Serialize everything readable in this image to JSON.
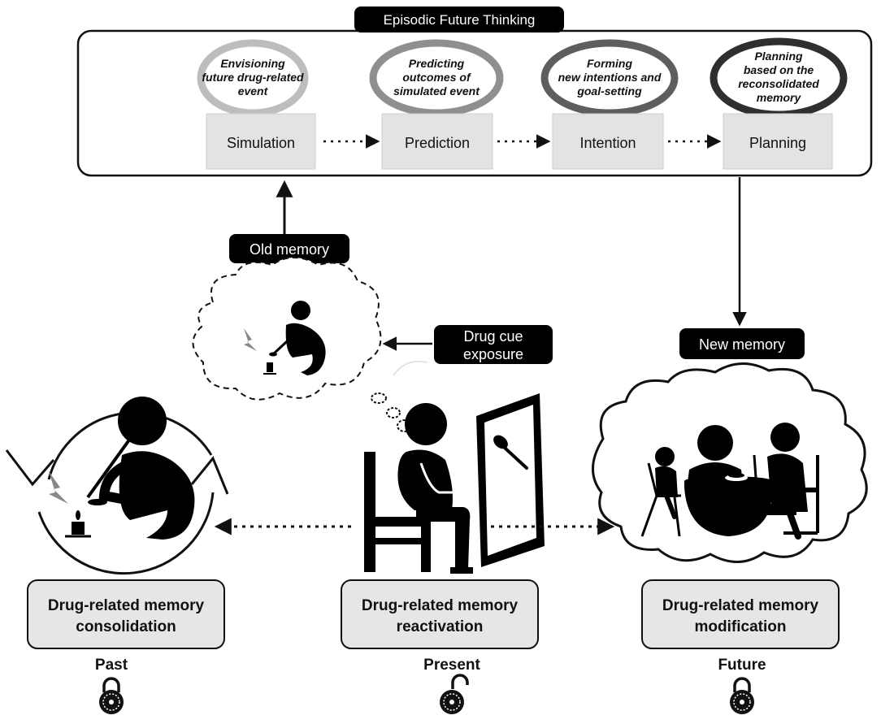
{
  "title": "Episodic Future Thinking",
  "steps": [
    {
      "label": "Simulation",
      "oval_lines": [
        "Envisioning",
        "future drug-related",
        "event"
      ],
      "oval_color": "#bdbdbd"
    },
    {
      "label": "Prediction",
      "oval_lines": [
        "Predicting",
        "outcomes of",
        "simulated event"
      ],
      "oval_color": "#8f8f8f"
    },
    {
      "label": "Intention",
      "oval_lines": [
        "Forming",
        "new intentions and",
        "goal-setting"
      ],
      "oval_color": "#5e5e5e"
    },
    {
      "label": "Planning",
      "oval_lines": [
        "Planning",
        "based on the",
        "reconsolidated",
        "memory"
      ],
      "oval_color": "#2f2f2f"
    }
  ],
  "tags": {
    "old_memory": "Old memory",
    "drug_cue": [
      "Drug cue",
      "exposure"
    ],
    "new_memory": "New memory"
  },
  "stages": [
    {
      "lines": [
        "Drug-related memory",
        "consolidation"
      ],
      "time": "Past",
      "lock": "locked"
    },
    {
      "lines": [
        "Drug-related memory",
        "reactivation"
      ],
      "time": "Present",
      "lock": "unlocked"
    },
    {
      "lines": [
        "Drug-related memory",
        "modification"
      ],
      "time": "Future",
      "lock": "locked"
    }
  ],
  "colors": {
    "box_fill": "#e3e3e3",
    "tag_fill": "#000000",
    "stage_fill": "#e6e6e6"
  }
}
